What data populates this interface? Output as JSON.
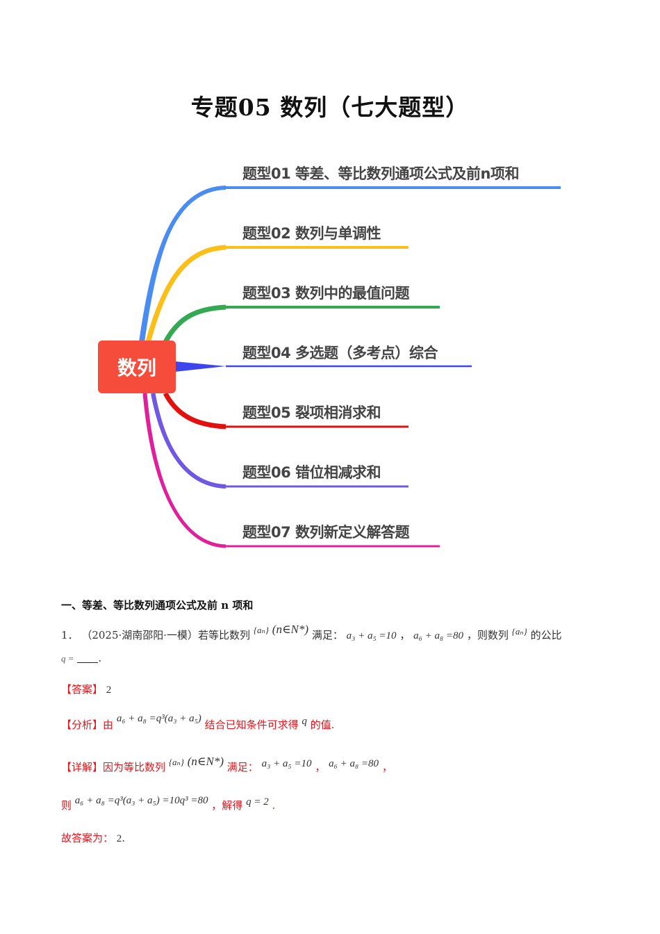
{
  "document": {
    "title": "专题05 数列（七大题型）"
  },
  "mindmap": {
    "root_label": "数列",
    "root_color": "#f64c3b",
    "branches": [
      {
        "label": "题型01 等差、等比数列通项公式及前n项和",
        "color": "#4a8cf0"
      },
      {
        "label": "题型02 数列与单调性",
        "color": "#fbbf1a"
      },
      {
        "label": "题型03 数列中的最值问题",
        "color": "#34a853"
      },
      {
        "label": "题型04 多选题（多考点）综合",
        "color": "#3c46ec"
      },
      {
        "label": "题型05 裂项相消求和",
        "color": "#e31010"
      },
      {
        "label": "题型06 错位相减求和",
        "color": "#7158e2"
      },
      {
        "label": "题型07 数列新定义解答题",
        "color": "#e0209a"
      }
    ]
  },
  "section": {
    "heading": "一、等差、等比数列通项公式及前 n 项和"
  },
  "problem": {
    "number": "1．",
    "source": "（2025·湖南邵阳·一模）若等比数列",
    "seq": "{aₙ}",
    "domain": "(n∈N*)",
    "cond_label": "满足：",
    "cond1": "a₃ + a₅ =10",
    "sep": "，",
    "cond2": "a₆ + a₈ =80",
    "tail": "，则数列",
    "tail2": "的公比",
    "q_prefix": "q =",
    "q_end": "."
  },
  "answer": {
    "tag": "【答案】",
    "value": "2"
  },
  "analysis": {
    "tag": "【分析】",
    "text1": "由",
    "formula": "a₆ + a₈ =q³(a₃ + a₅)",
    "text2": "结合已知条件可求得",
    "q": "q",
    "text3": "的值."
  },
  "detail": {
    "tag": "【详解】",
    "text1": "因为等比数列",
    "seq": "{aₙ}",
    "domain": "(n∈N*)",
    "cond_label": "满足：",
    "cond1": "a₃ + a₅ =10",
    "sep": "，",
    "cond2": "a₆ + a₈ =80",
    "end": "，",
    "line2_prefix": "则",
    "line2_formula": "a₆ + a₈ =q³(a₃ + a₅) =10q³ =80",
    "line2_mid": "，解得",
    "line2_result": "q = 2",
    "line2_end": ".",
    "conclusion": "故答案为：",
    "conclusion_value": "2",
    "conclusion_end": "."
  }
}
